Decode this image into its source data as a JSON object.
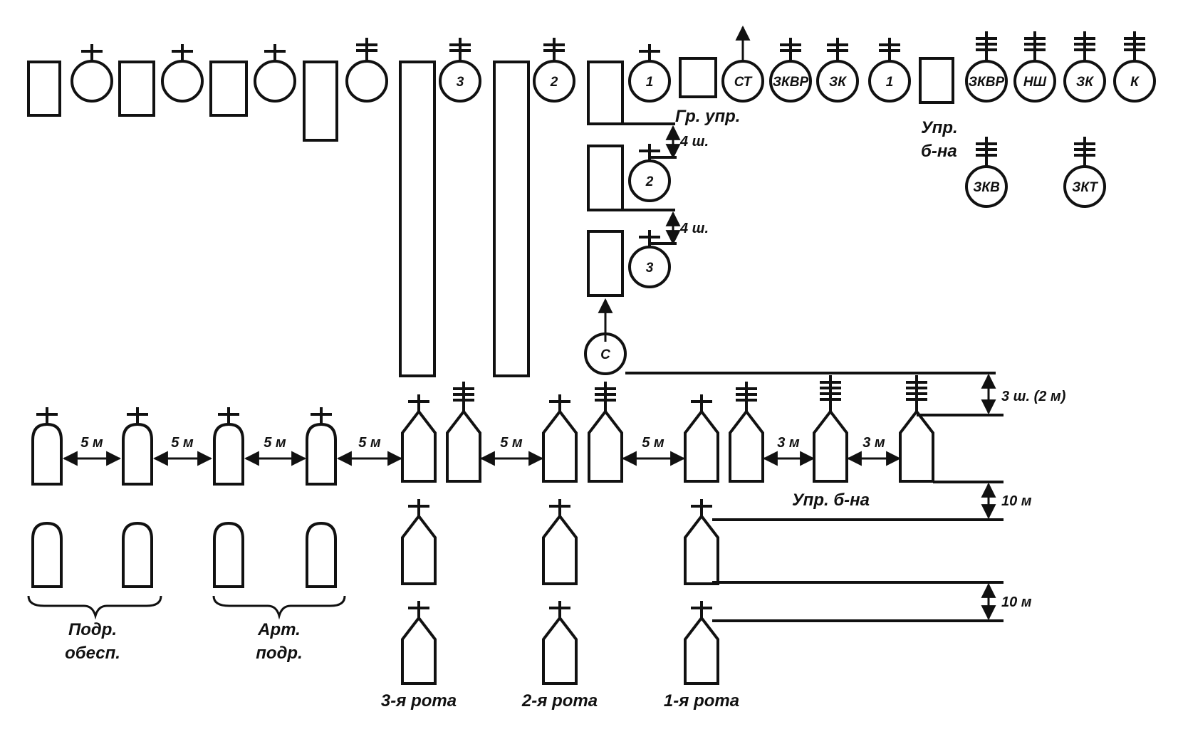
{
  "circle_labels": {
    "n3": "3",
    "n2": "2",
    "n1a": "1",
    "st": "СТ",
    "zkvr1": "ЗКВР",
    "zk1": "ЗК",
    "n1b": "1",
    "zkvr2": "ЗКВР",
    "nsh": "НШ",
    "zk2": "ЗК",
    "k": "К",
    "n2b": "2",
    "n3b": "3",
    "s": "С",
    "zkv": "ЗКВ",
    "zkt": "ЗКТ"
  },
  "labels": {
    "group_control": "Гр. упр.",
    "bn_control_top_line1": "Упр.",
    "bn_control_top_line2": "б-на",
    "bn_control_bottom": "Упр. б-на",
    "support_line1": "Подр.",
    "support_line2": "обесп.",
    "artillery_line1": "Арт.",
    "artillery_line2": "подр.",
    "company3": "3-я рота",
    "company2": "2-я рота",
    "company1": "1-я рота"
  },
  "dimensions": {
    "four_steps_1": "4 ш.",
    "four_steps_2": "4 ш.",
    "three_steps": "3 ш. (2 м)",
    "five_m_1": "5 м",
    "five_m_2": "5 м",
    "five_m_3": "5 м",
    "five_m_4": "5 м",
    "five_m_5": "5 м",
    "five_m_6": "5 м",
    "three_m_1": "3 м",
    "three_m_2": "3 м",
    "ten_m_1": "10 м",
    "ten_m_2": "10 м"
  }
}
